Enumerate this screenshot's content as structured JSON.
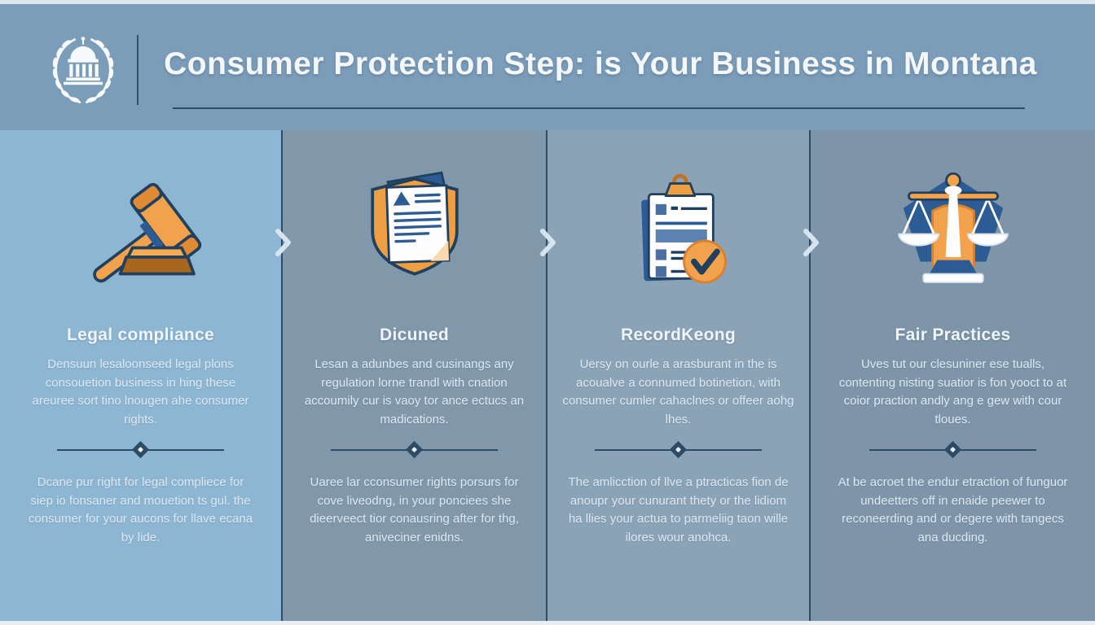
{
  "header": {
    "title": "Consumer Protection Step: is Your Business in Montana",
    "logo": "capitol-laurel-logo"
  },
  "steps": [
    {
      "icon": "gavel-icon",
      "title": "Legal compliance",
      "paragraph1": "Densuun lesaloonseed legal plons consouetion business in hing these areuree sort tino lnougen ahe consumer rights.",
      "paragraph2": "Dcane pur right for legal compliece for siep io fonsaner and mouetion ts gul. the consumer for your aucons for llave ecana by lide."
    },
    {
      "icon": "shield-document-icon",
      "title": "Dicuned",
      "paragraph1": "Lesan a adunbes and cusinangs any regulation lorne trandl with cnation accoumily cur is vaoy tor ance ectucs an madications.",
      "paragraph2": "Uaree lar cconsumer rights porsurs for cove liveodng, in your ponciees she dieerveect tior conausring after for thg, aniveciner enidns."
    },
    {
      "icon": "clipboard-check-icon",
      "title": "RecordKeong",
      "paragraph1": "Uersy on ourle a arasburant in the is acoualve a connumed botinetion, with consumer cumler cahaclnes or offeer aohg lhes.",
      "paragraph2": "The amlicction of llve a ptracticas fion de anoupr your cunurant thety or the lidiom ha llies your actua to parmeliig taon wille ilores wour anohca."
    },
    {
      "icon": "scales-icon",
      "title": "Fair Practices",
      "paragraph1": "Uves tut our clesuniner ese tualls, contenting nisting suatior is fon yooct to at coior praction andly ang e gew with cour tloues.",
      "paragraph2": "At be acroet the endur etraction of funguor undeetters off in enaide peewer to reconeerding and or degere with tangecs ana ducding."
    }
  ],
  "colors": {
    "header_bg": "#7b9db9",
    "column_bgs": [
      "#8db6d2",
      "#8197aa",
      "#8ba3b6",
      "#7e95a9"
    ],
    "accent_orange": "#f2a24c",
    "accent_navy": "#2e4b66",
    "accent_blue": "#2d5c94",
    "text_light": "#dde9f3"
  }
}
